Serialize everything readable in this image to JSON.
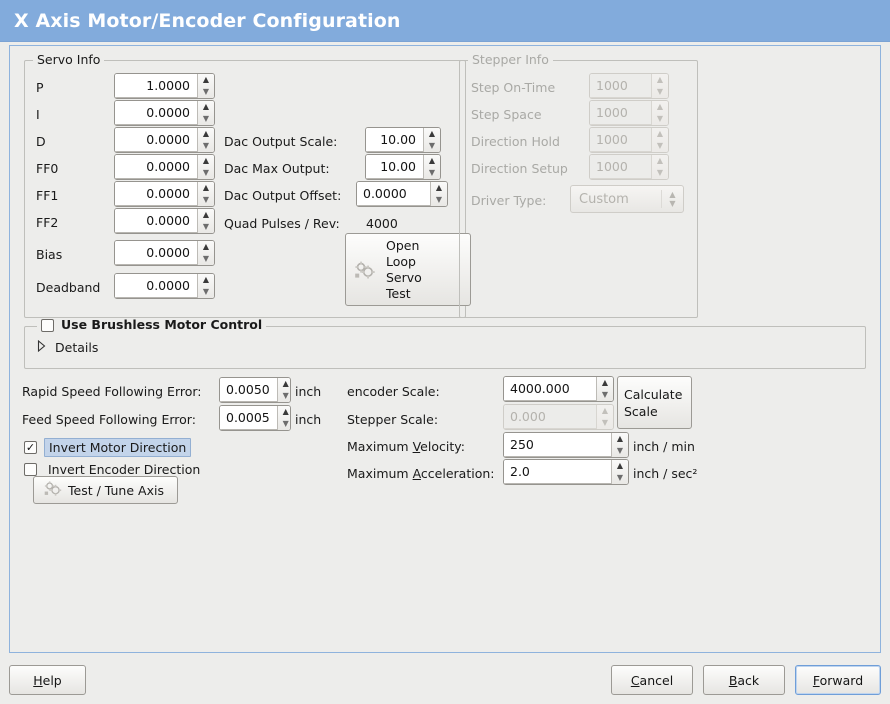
{
  "window": {
    "title": "X Axis Motor/Encoder Configuration",
    "title_bg": "#82abdc",
    "body_bg": "#ededeb",
    "panel_border": "#8fb3dd"
  },
  "servo_info": {
    "legend": "Servo Info",
    "fields": [
      {
        "label": "P",
        "value": "1.0000"
      },
      {
        "label": "I",
        "value": "0.0000"
      },
      {
        "label": "D",
        "value": "0.0000"
      },
      {
        "label": "FF0",
        "value": "0.0000"
      },
      {
        "label": "FF1",
        "value": "0.0000"
      },
      {
        "label": "FF2",
        "value": "0.0000"
      },
      {
        "label": "Bias",
        "value": "0.0000"
      },
      {
        "label": "Deadband",
        "value": "0.0000"
      }
    ],
    "dac": [
      {
        "label": "Dac Output Scale:",
        "value": "10.00"
      },
      {
        "label": "Dac Max Output:",
        "value": "10.00"
      },
      {
        "label": "Dac Output Offset:",
        "value": "0.0000"
      }
    ],
    "quad_pulses": {
      "label": "Quad Pulses / Rev:",
      "value": "4000"
    },
    "open_loop_button": {
      "line1": "Open",
      "line2": "Loop",
      "line3": "Servo",
      "line4": "Test",
      "icon": "gears-icon"
    }
  },
  "stepper_info": {
    "legend": "Stepper Info",
    "disabled": true,
    "fields": [
      {
        "label": "Step On-Time",
        "value": "1000"
      },
      {
        "label": "Step Space",
        "value": "1000"
      },
      {
        "label": "Direction Hold",
        "value": "1000"
      },
      {
        "label": "Direction Setup",
        "value": "1000"
      }
    ],
    "driver_type": {
      "label": "Driver Type:",
      "value": "Custom"
    }
  },
  "brushless": {
    "legend": "Use Brushless Motor Control",
    "checked": false,
    "details_label": "Details",
    "details_expanded": false
  },
  "motion": {
    "rapid_following_error": {
      "label": "Rapid Speed Following Error:",
      "value": "0.0050",
      "unit": "inch"
    },
    "feed_following_error": {
      "label": "Feed Speed Following Error:",
      "value": "0.0005",
      "unit": "inch"
    },
    "invert_motor": {
      "label": "Invert Motor Direction",
      "checked": true,
      "selected": true
    },
    "invert_encoder": {
      "label": "Invert Encoder Direction",
      "checked": false,
      "selected": false
    },
    "test_tune_button": {
      "label": "Test / Tune Axis",
      "icon": "gears-icon"
    },
    "encoder_scale": {
      "label": "encoder Scale:",
      "value": "4000.000",
      "disabled": false
    },
    "stepper_scale": {
      "label": "Stepper Scale:",
      "value": "0.000",
      "disabled": true
    },
    "max_velocity": {
      "label_pre": "Maximum ",
      "label_key": "V",
      "label_post": "elocity:",
      "value": "250",
      "unit": "inch / min"
    },
    "max_acceleration": {
      "label_pre": "Maximum ",
      "label_key": "A",
      "label_post": "cceleration:",
      "value": "2.0",
      "unit": "inch / sec²"
    },
    "calculate_button": {
      "line1": "Calculate",
      "line2": "Scale"
    }
  },
  "footer": {
    "help": {
      "pre": "",
      "key": "H",
      "post": "elp"
    },
    "cancel": {
      "pre": "",
      "key": "C",
      "post": "ancel"
    },
    "back": {
      "pre": "",
      "key": "B",
      "post": "ack"
    },
    "forward": {
      "pre": "",
      "key": "F",
      "post": "orward",
      "focused": true
    }
  }
}
